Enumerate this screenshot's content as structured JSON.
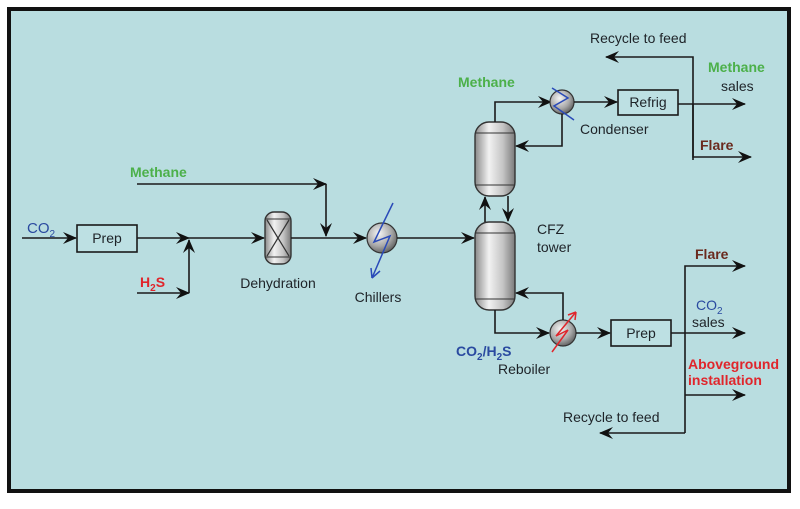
{
  "diagram": {
    "title": "CFZ process flow diagram",
    "background_color": "#b9dde0",
    "colors": {
      "methane": "#4cb04a",
      "co2": "#2a4aa0",
      "h2s": "#e0252b",
      "flare": "#6a2a1e",
      "aboveground": "#e0252b",
      "chiller_coil": "#2a4ab8",
      "reboiler_coil": "#e0252b"
    },
    "inputs": {
      "co2": {
        "main": "CO",
        "sub": "2"
      },
      "h2s": {
        "pre": "H",
        "sub": "2",
        "post": "S"
      },
      "methane_feed": "Methane"
    },
    "units": {
      "prep_inlet": "Prep",
      "dehydration": "Dehydration",
      "chillers": "Chillers",
      "cfz_tower": {
        "line1": "CFZ",
        "line2": "tower"
      },
      "condenser": "Condenser",
      "refrig": "Refrig",
      "reboiler": "Reboiler",
      "prep_outlet": "Prep"
    },
    "streams": {
      "overhead_methane": "Methane",
      "bottoms": {
        "a": "CO",
        "a_sub": "2",
        "b": "/H",
        "b_sub": "2",
        "c": "S"
      },
      "recycle_top": "Recycle to feed",
      "methane_sales": {
        "line1": "Methane",
        "line2": "sales"
      },
      "flare_top": "Flare",
      "flare_bottom": "Flare",
      "co2_sales": {
        "main": "CO",
        "sub": "2",
        "line2": "sales"
      },
      "aboveground": {
        "line1": "Aboveground",
        "line2": "installation"
      },
      "recycle_bottom": "Recycle to feed"
    }
  }
}
